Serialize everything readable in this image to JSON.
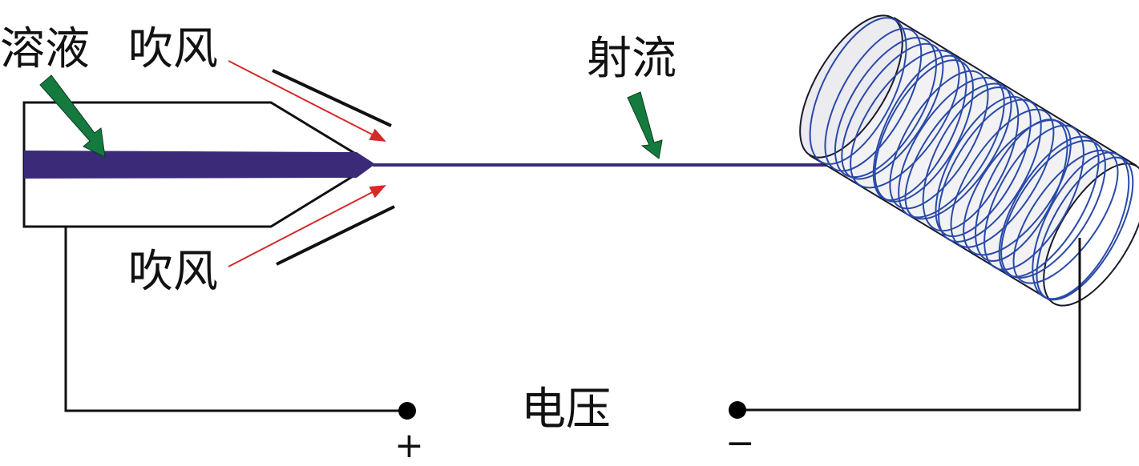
{
  "labels": {
    "solution": "溶液",
    "air_top": "吹风",
    "air_bottom": "吹风",
    "jet": "射流",
    "voltage": "电压",
    "plus": "+",
    "minus": "−"
  },
  "colors": {
    "solution_fill": "#3a2a78",
    "indicator_arrow": "#157a3e",
    "air_arrow": "#d42a2a",
    "collector_wire": "#2a4aa8",
    "line": "#111111"
  }
}
